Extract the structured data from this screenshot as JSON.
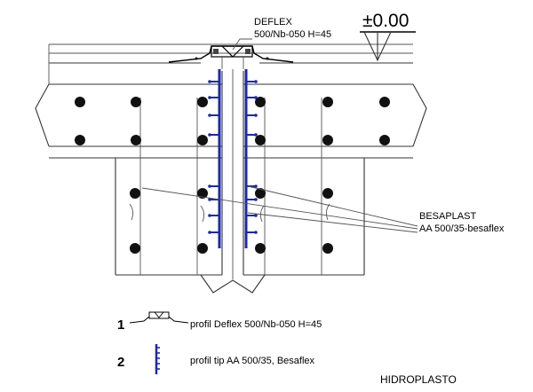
{
  "labels": {
    "level_marker": "±0.00",
    "deflex_name": "DEFLEX",
    "deflex_spec": "500/Nb-050 H=45",
    "besaplast_name": "BESAPLAST",
    "besaplast_spec": "AA 500/35-besaflex"
  },
  "legend": [
    {
      "number": "1",
      "text": "profil Deflex 500/Nb-050 H=45"
    },
    {
      "number": "2",
      "text": "profil tip AA 500/35, Besaflex"
    }
  ],
  "brand": "HIDROPLASTO",
  "colors": {
    "line": "#000000",
    "profile_blue": "#1a2aa8",
    "rebar_fill": "#111111"
  }
}
